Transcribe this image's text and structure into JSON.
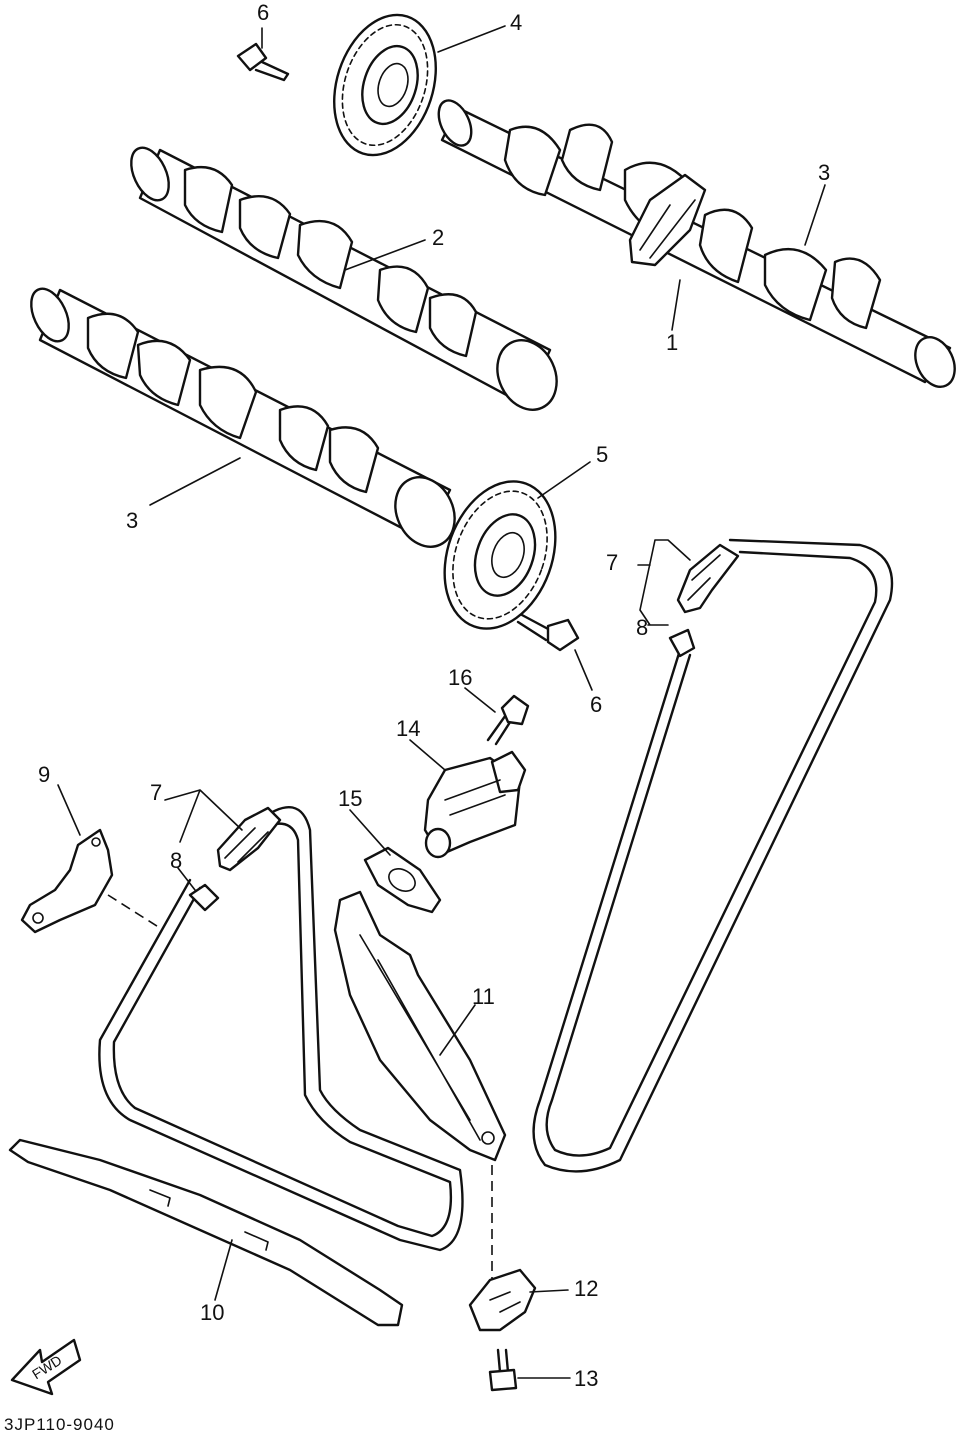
{
  "callouts": [
    {
      "id": "c6a",
      "text": "6"
    },
    {
      "id": "c4",
      "text": "4"
    },
    {
      "id": "c3a",
      "text": "3"
    },
    {
      "id": "c2",
      "text": "2"
    },
    {
      "id": "c1",
      "text": "1"
    },
    {
      "id": "c3b",
      "text": "3"
    },
    {
      "id": "c5",
      "text": "5"
    },
    {
      "id": "c7a",
      "text": "7"
    },
    {
      "id": "c8a",
      "text": "8"
    },
    {
      "id": "c6b",
      "text": "6"
    },
    {
      "id": "c16",
      "text": "16"
    },
    {
      "id": "c14",
      "text": "14"
    },
    {
      "id": "c9",
      "text": "9"
    },
    {
      "id": "c7b",
      "text": "7"
    },
    {
      "id": "c15",
      "text": "15"
    },
    {
      "id": "c8b",
      "text": "8"
    },
    {
      "id": "c11",
      "text": "11"
    },
    {
      "id": "c12",
      "text": "12"
    },
    {
      "id": "c10",
      "text": "10"
    },
    {
      "id": "c13",
      "text": "13"
    }
  ],
  "fwd_label": "FWD",
  "diagram_code": "3JP110-9040"
}
